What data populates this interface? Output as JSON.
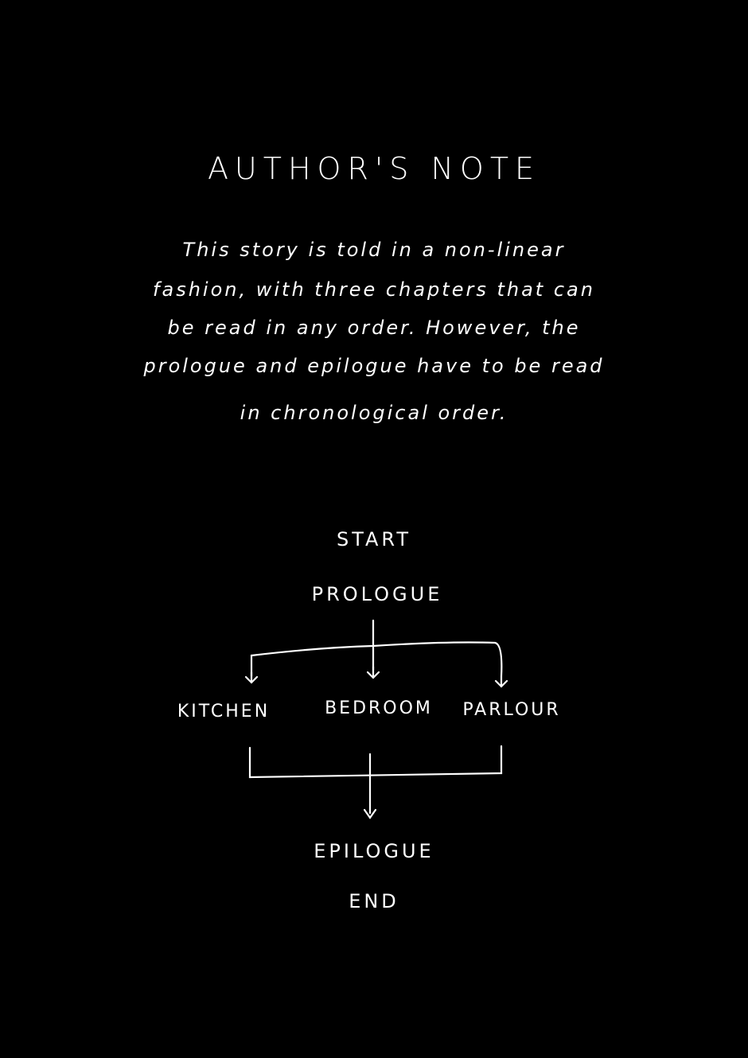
{
  "title": "AUTHOR'S NOTE",
  "paragraph": [
    "This story is told in a non-linear",
    "fashion, with three chapters that can",
    "be read in any order. However, the",
    "prologue and epilogue have to be read",
    "in chronological order."
  ],
  "diagram": {
    "start": "START",
    "prologue": "PROLOGUE",
    "chapters": [
      "KITCHEN",
      "BEDROOM",
      "PARLOUR"
    ],
    "epilogue": "EPILOGUE",
    "end": "END"
  }
}
